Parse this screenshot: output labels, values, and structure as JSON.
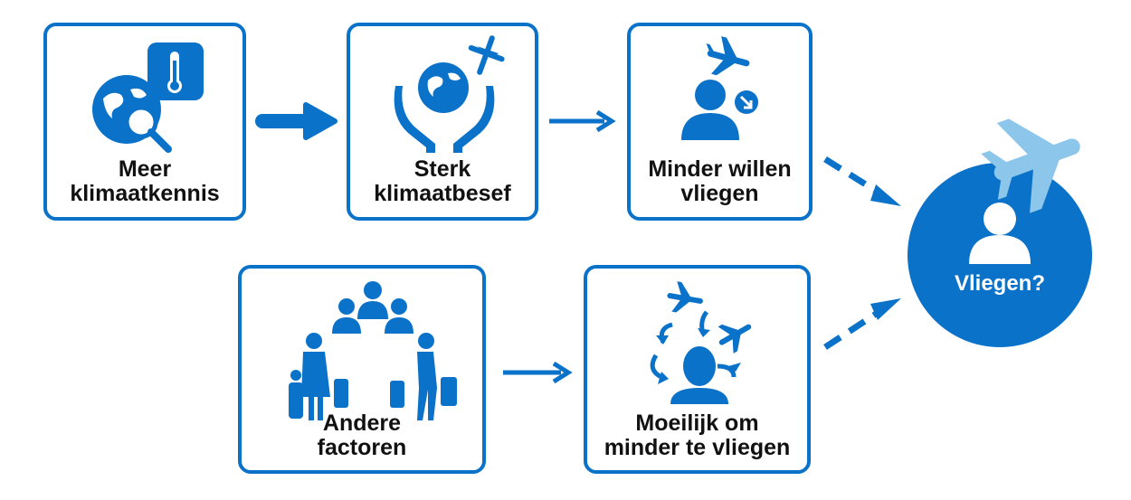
{
  "boxes": {
    "knowledge": {
      "line1": "Meer",
      "line2": "klimaatkennis"
    },
    "awareness": {
      "line1": "Sterk",
      "line2": "klimaatbesef"
    },
    "fly_less": {
      "line1": "Minder willen",
      "line2": "vliegen"
    },
    "factors": {
      "line1": "Andere",
      "line2": "factoren"
    },
    "difficult": {
      "line1": "Moeilijk om",
      "line2": "minder te vliegen"
    }
  },
  "outcome": {
    "label": "Vliegen?"
  },
  "colors": {
    "primary": "#0a72c9",
    "light": "#8cc6ea",
    "text": "#111111"
  },
  "icons": {
    "knowledge": [
      "globe-icon",
      "magnifier-icon",
      "thermometer-icon"
    ],
    "awareness": [
      "hands-globe-icon",
      "airplane-icon"
    ],
    "fly_less": [
      "person-icon",
      "airplane-icon",
      "arrow-down-icon"
    ],
    "factors": [
      "family-travel-icon"
    ],
    "difficult": [
      "confused-person-icon",
      "airplane-icon"
    ],
    "outcome": [
      "person-icon",
      "airplane-icon"
    ]
  }
}
